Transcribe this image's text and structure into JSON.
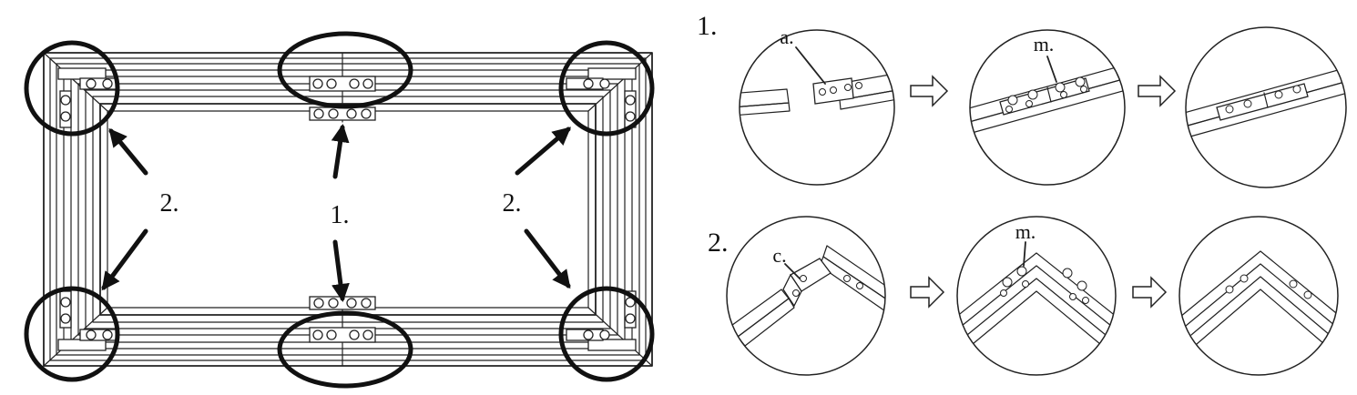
{
  "overview": {
    "label_left": "2.",
    "label_center": "1.",
    "label_right": "2."
  },
  "step1": {
    "number": "1.",
    "part_label": "a.",
    "screw_label": "m."
  },
  "step2": {
    "number": "2.",
    "part_label": "c.",
    "screw_label": "m."
  }
}
